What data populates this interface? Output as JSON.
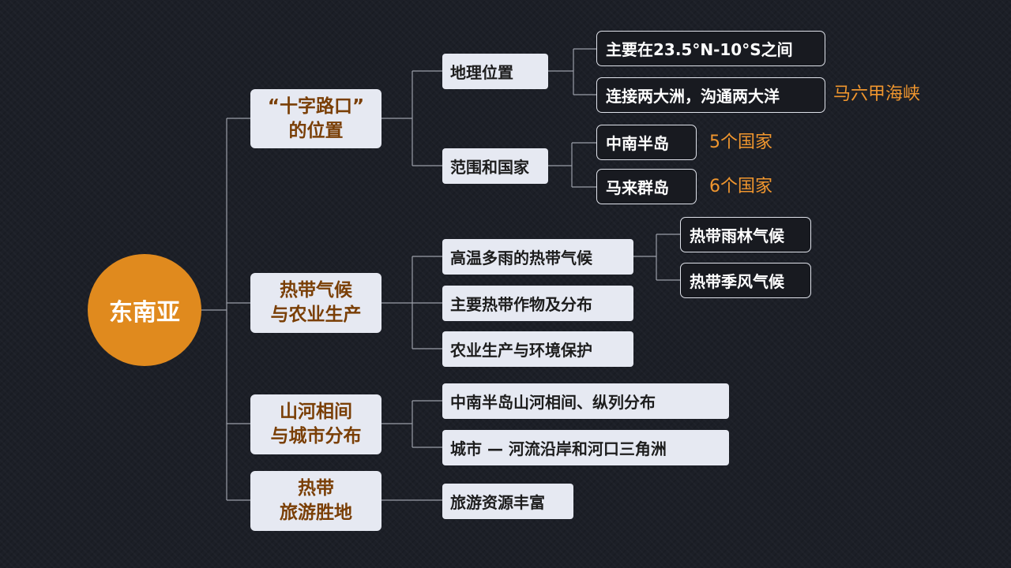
{
  "root": "东南亚",
  "branches": [
    {
      "title_line1": "“十字路口”",
      "title_line2": "的位置",
      "children": [
        {
          "label": "地理位置",
          "items": [
            {
              "label": "主要在23.5°N-10°S之间"
            },
            {
              "label": "连接两大洲，沟通两大洋",
              "note": "马六甲海峡"
            }
          ]
        },
        {
          "label": "范围和国家",
          "items": [
            {
              "label": "中南半岛",
              "note": "5个国家"
            },
            {
              "label": "马来群岛",
              "note": "6个国家"
            }
          ]
        }
      ]
    },
    {
      "title_line1": "热带气候",
      "title_line2": "与农业生产",
      "children": [
        {
          "label": "高温多雨的热带气候",
          "items": [
            {
              "label": "热带雨林气候"
            },
            {
              "label": "热带季风气候"
            }
          ]
        },
        {
          "label": "主要热带作物及分布"
        },
        {
          "label": "农业生产与环境保护"
        }
      ]
    },
    {
      "title_line1": "山河相间",
      "title_line2": "与城市分布",
      "children": [
        {
          "label": "中南半岛山河相间、纵列分布"
        },
        {
          "label": "城市 — 河流沿岸和河口三角洲"
        }
      ]
    },
    {
      "title_line1": "热带",
      "title_line2": "旅游胜地",
      "children": [
        {
          "label": "旅游资源丰富"
        }
      ]
    }
  ],
  "colors": {
    "background": "#1c1f27",
    "root_fill": "#e08a1e",
    "branch_box": "#e6e9f2",
    "branch_text": "#7a3f06",
    "note_text": "#f0962e",
    "connector": "#9a9ea8"
  }
}
